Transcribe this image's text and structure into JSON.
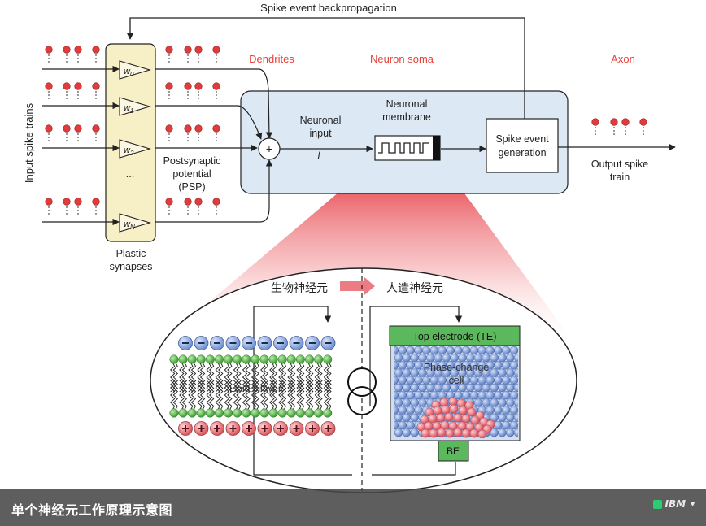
{
  "labels": {
    "backprop": "Spike event backpropagation",
    "input_trains": "Input spike trains",
    "dendrites": "Dendrites",
    "soma": "Neuron soma",
    "axon": "Axon",
    "neuronal_input_1": "Neuronal",
    "neuronal_input_2": "input",
    "neuronal_input_var": "I",
    "membrane_1": "Neuronal",
    "membrane_2": "membrane",
    "spike_gen_1": "Spike event",
    "spike_gen_2": "generation",
    "output_1": "Output spike",
    "output_2": "train",
    "psp_1": "Postsynaptic",
    "psp_2": "potential",
    "psp_3": "(PSP)",
    "plastic_1": "Plastic",
    "plastic_2": "synapses",
    "ellipsis": "...",
    "bio": "生物神经元",
    "artificial": "人造神经元",
    "lipid": "Lipid bilayer",
    "top_electrode": "Top electrode (TE)",
    "pcm_1": "Phase-change",
    "pcm_2": "cell",
    "be": "BE",
    "minus": "−",
    "plus": "+"
  },
  "weights": [
    {
      "base": "w",
      "sub": "0"
    },
    {
      "base": "w",
      "sub": "1"
    },
    {
      "base": "w",
      "sub": "2"
    },
    {
      "base": "w",
      "sub": "N"
    }
  ],
  "caption": {
    "text": "单个神经元工作原理示意图",
    "brand": "IBM"
  },
  "colors": {
    "dendrite_label": "#e8403a",
    "soma_box": "#dce9f5",
    "synapse_box": "#f7efc6",
    "spike_head": "#e23b3b",
    "electrode_green": "#5cb85c",
    "blue_atom": "#7f9ed9",
    "red_atom": "#ea6e78"
  }
}
